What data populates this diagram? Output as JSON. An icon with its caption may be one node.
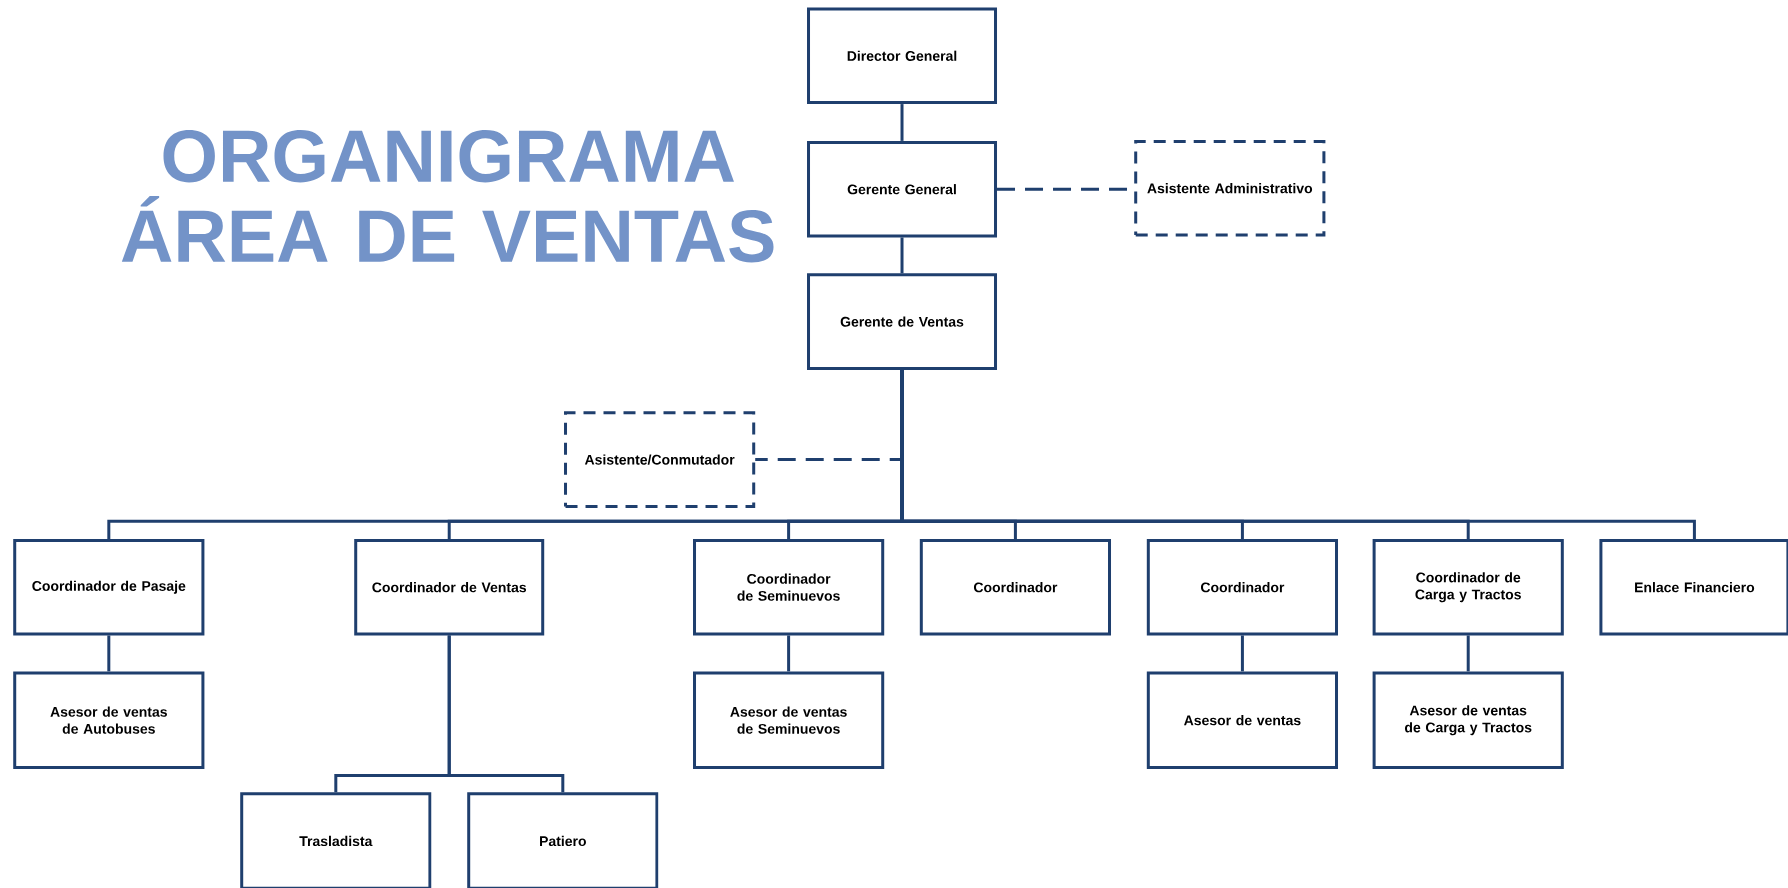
{
  "diagram": {
    "title": "ORGANIGRAMA ÁREA DE VENTAS",
    "nodes": [
      {
        "text": [
          "Director General"
        ]
      },
      {
        "text": [
          "Gerente General"
        ]
      },
      {
        "text": [
          "Asistente Administrativo"
        ]
      },
      {
        "text": [
          "Gerente de Ventas"
        ]
      },
      {
        "text": [
          "Asistente/Conmutador"
        ]
      },
      {
        "text": [
          "Coordinador de Pasaje"
        ]
      },
      {
        "text": [
          "Coordinador de Ventas"
        ]
      },
      {
        "text": [
          "Coordinador de Seminuevos"
        ]
      },
      {
        "text": [
          "Coordinador"
        ]
      },
      {
        "text": [
          "Coordinador"
        ]
      },
      {
        "text": [
          "Coordinador de Carga y Tractos"
        ]
      },
      {
        "text": [
          "Enlace Financiero"
        ]
      },
      {
        "text": [
          "Asesor de ventas de Autobuses"
        ]
      },
      {
        "text": [
          "Asesor de ventas de Seminuevos"
        ]
      },
      {
        "text": [
          "Asesor de ventas"
        ]
      },
      {
        "text": [
          "Asesor de ventas de Carga y Tractos"
        ]
      },
      {
        "text": [
          "Trasladista"
        ]
      },
      {
        "text": [
          "Patiero"
        ]
      }
    ],
    "edges": [
      {
        "from": 0,
        "to": 1,
        "arrow": "none"
      },
      {
        "from": 1,
        "to": 2,
        "arrow": "none",
        "style": "dashed"
      },
      {
        "from": 1,
        "to": 3,
        "arrow": "none"
      },
      {
        "from": 3,
        "to": 4,
        "arrow": "none",
        "style": "dashed"
      },
      {
        "from": 3,
        "to": 5,
        "arrow": "none"
      },
      {
        "from": 3,
        "to": 6,
        "arrow": "none"
      },
      {
        "from": 3,
        "to": 7,
        "arrow": "none"
      },
      {
        "from": 3,
        "to": 8,
        "arrow": "none"
      },
      {
        "from": 3,
        "to": 9,
        "arrow": "none"
      },
      {
        "from": 3,
        "to": 10,
        "arrow": "none"
      },
      {
        "from": 3,
        "to": 11,
        "arrow": "none"
      },
      {
        "from": 5,
        "to": 12,
        "arrow": "none"
      },
      {
        "from": 7,
        "to": 13,
        "arrow": "none"
      },
      {
        "from": 9,
        "to": 14,
        "arrow": "none"
      },
      {
        "from": 10,
        "to": 15,
        "arrow": "none"
      },
      {
        "from": 6,
        "to": 16,
        "arrow": "none"
      },
      {
        "from": 6,
        "to": 17,
        "arrow": "none"
      }
    ]
  }
}
